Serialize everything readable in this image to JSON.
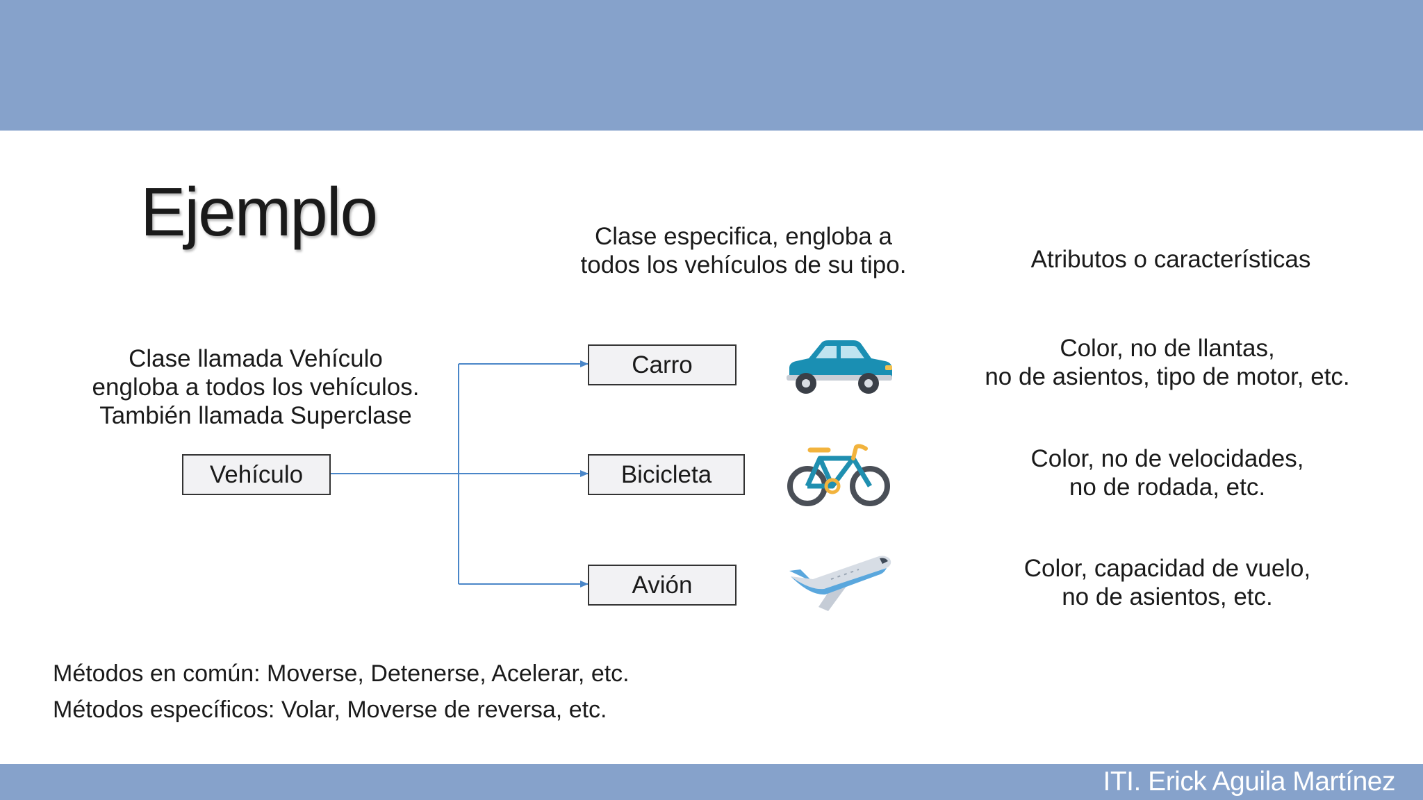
{
  "slide": {
    "title": "Ejemplo",
    "author": "ITI. Erick Aguila Martínez"
  },
  "headings": {
    "specific_line1": "Clase especifica, engloba a",
    "specific_line2": "todos los vehículos de su tipo.",
    "attributes": "Atributos o características"
  },
  "superclass": {
    "desc_line1": "Clase llamada Vehículo",
    "desc_line2": "engloba a todos los vehículos.",
    "desc_line3": "También llamada Superclase",
    "label": "Vehículo"
  },
  "subclasses": [
    {
      "label": "Carro",
      "icon": "car-icon",
      "attr_line1": "Color, no de llantas,",
      "attr_line2": "no de asientos, tipo de motor, etc."
    },
    {
      "label": "Bicicleta",
      "icon": "bicycle-icon",
      "attr_line1": "Color, no de velocidades,",
      "attr_line2": "no de rodada, etc."
    },
    {
      "label": "Avión",
      "icon": "airplane-icon",
      "attr_line1": "Color, capacidad de vuelo,",
      "attr_line2": "no de asientos, etc."
    }
  ],
  "methods": {
    "common": "Métodos en común: Moverse, Detenerse, Acelerar, etc.",
    "specific": "Métodos específicos: Volar, Moverse de reversa, etc."
  },
  "colors": {
    "band": "#86a2cb",
    "connector": "#4a86c8",
    "car_body": "#1a8fb3",
    "bike_frame": "#1f8fb0",
    "bike_accent": "#f2b33d",
    "plane_body": "#d7dde5",
    "plane_wing": "#5aa7dd"
  }
}
